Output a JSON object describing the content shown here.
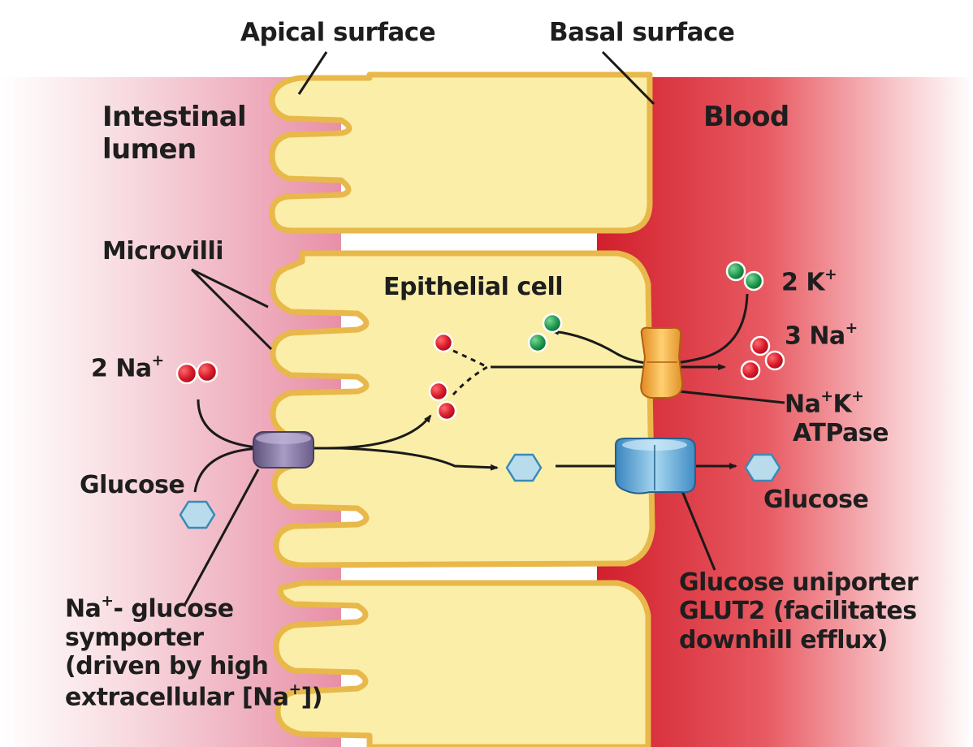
{
  "labels": {
    "apical_surface": "Apical surface",
    "basal_surface": "Basal surface",
    "intestinal_lumen_line1": "Intestinal",
    "intestinal_lumen_line2": "lumen",
    "blood": "Blood",
    "microvilli": "Microvilli",
    "epithelial_cell": "Epithelial cell",
    "lumen_sodium": {
      "count": "2 Na",
      "sup": "+"
    },
    "blood_potassium": {
      "count": "2 K",
      "sup": "+"
    },
    "blood_sodium": {
      "count": "3 Na",
      "sup": "+"
    },
    "lumen_glucose": "Glucose",
    "blood_glucose": "Glucose",
    "pump": {
      "na": "Na",
      "na_sup": "+",
      "k": "K",
      "k_sup": "+",
      "line2": "ATPase"
    },
    "symporter": {
      "line1_prefix": "Na",
      "line1_sup": "+",
      "line1_suffix": "- glucose",
      "line2": "symporter",
      "line3": "(driven by high",
      "line4_prefix": "extracellular [Na",
      "line4_sup": "+",
      "line4_suffix": "])"
    },
    "uniporter": {
      "line1": "Glucose uniporter",
      "line2": "GLUT2 (facilitates",
      "line3": "downhill efflux)"
    }
  },
  "colors": {
    "lumen_fill": "#f0c0c8",
    "blood_fill": "#d8303c",
    "cell_fill": "#fbeea8",
    "membrane": "#e8b84a",
    "sodium_ion": "#d01a2a",
    "potassium_ion": "#1e8a46",
    "glucose": "#b8dcec",
    "symporter": "#8a7ea8",
    "pump": "#f0a030",
    "uniporter": "#5aaedc"
  }
}
